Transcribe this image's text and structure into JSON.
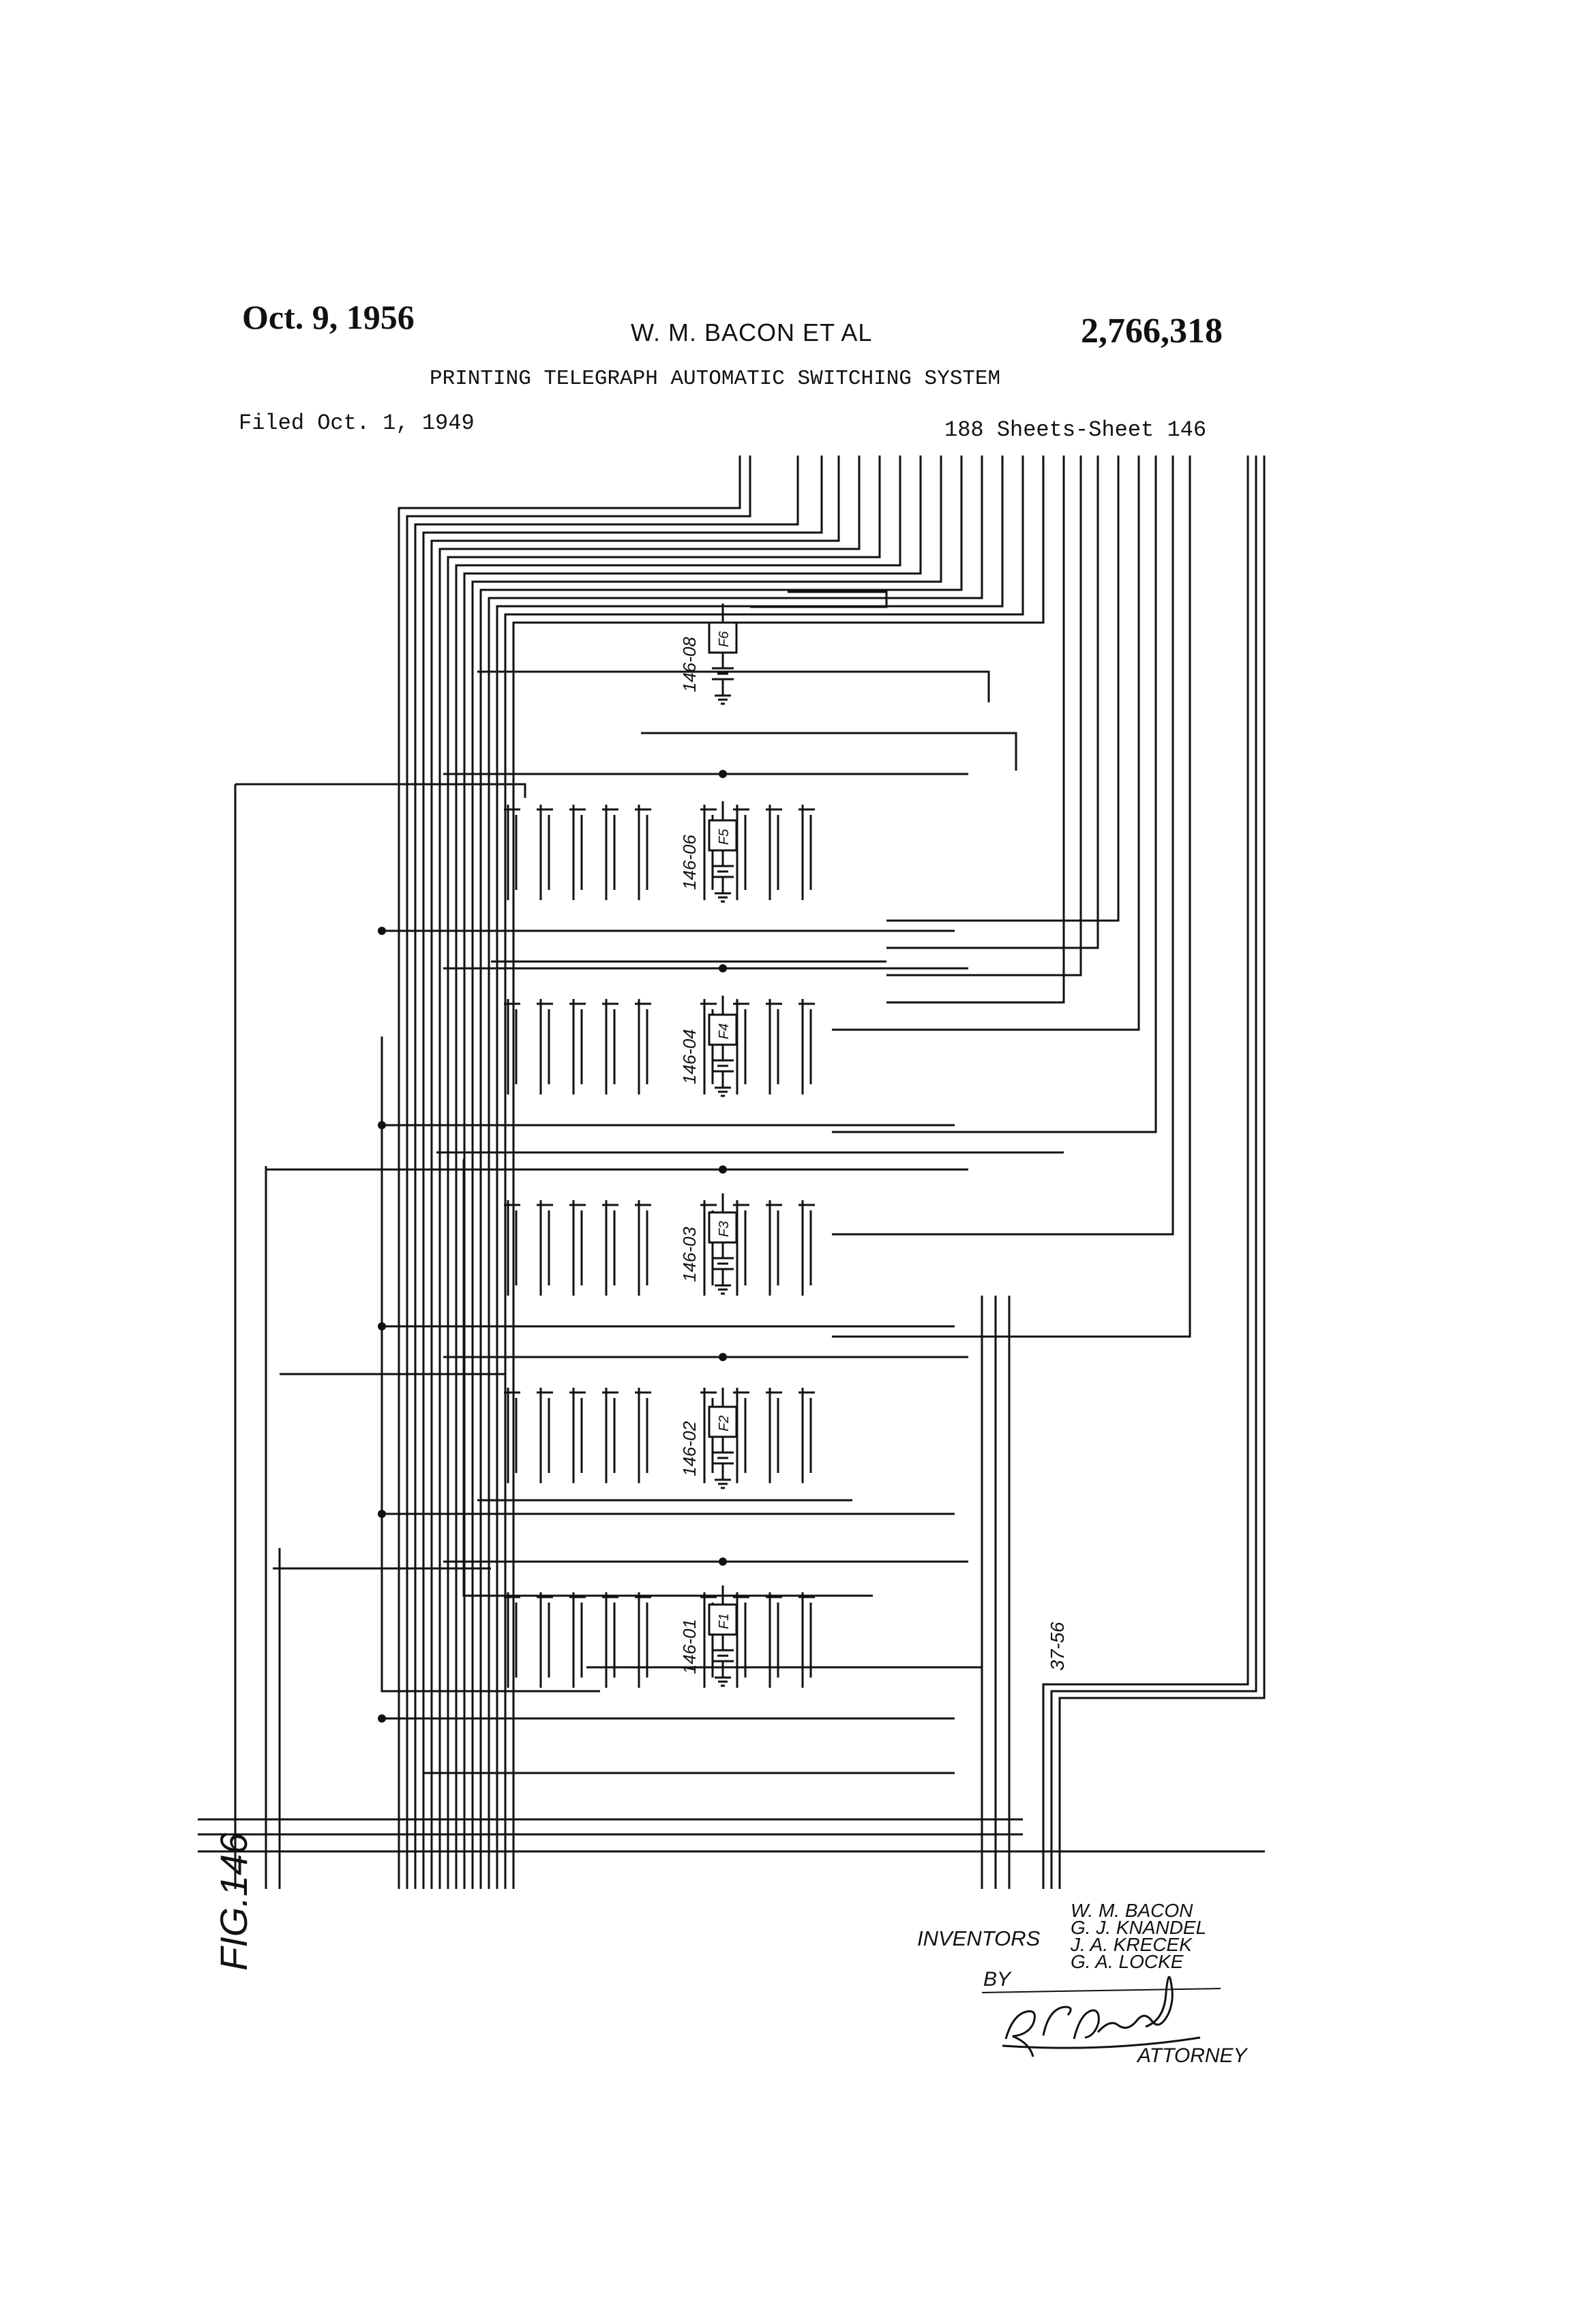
{
  "header": {
    "date": "Oct. 9, 1956",
    "inventors_short": "W. M. BACON ET AL",
    "patent_number": "2,766,318",
    "title": "PRINTING TELEGRAPH AUTOMATIC SWITCHING SYSTEM",
    "filed": "Filed Oct. 1, 1949",
    "sheets": "188 Sheets-Sheet 146"
  },
  "figure_label": "FIG.146",
  "relays": [
    {
      "name": "F6",
      "ref": "146-08"
    },
    {
      "name": "F5",
      "ref": "146-06"
    },
    {
      "name": "F4",
      "ref": "146-04"
    },
    {
      "name": "F3",
      "ref": "146-03"
    },
    {
      "name": "F2",
      "ref": "146-02"
    },
    {
      "name": "F1",
      "ref": "146-01"
    }
  ],
  "cable_ref": "37-56",
  "footer": {
    "inventors_label": "INVENTORS",
    "inventors": [
      "W. M. BACON",
      "G. J. KNANDEL",
      "J. A. KRECEK",
      "G. A. LOCKE"
    ],
    "by_label": "BY",
    "signature": "R.C. Terry",
    "attorney_label": "ATTORNEY"
  }
}
